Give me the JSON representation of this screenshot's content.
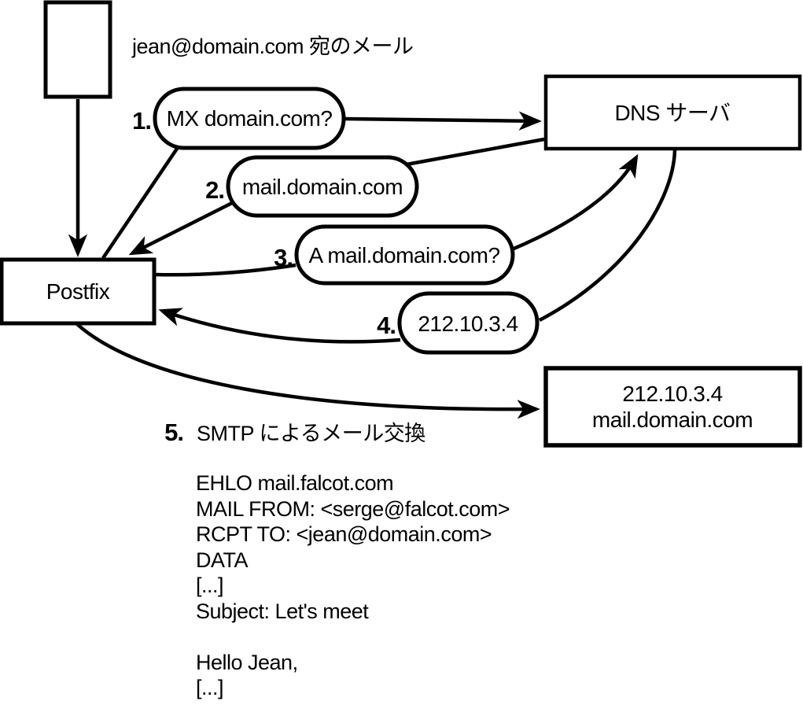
{
  "diagram": {
    "title_note": "jean@domain.com 宛のメール",
    "colors": {
      "line": "#000000",
      "background": "#ffffff"
    },
    "nodes": {
      "postfix": {
        "label": "Postfix"
      },
      "dns": {
        "label": "DNS サーバ"
      },
      "mailserver": {
        "line1": "212.10.3.4",
        "line2": "mail.domain.com"
      }
    },
    "steps": [
      {
        "num": "1.",
        "label": "MX domain.com?"
      },
      {
        "num": "2.",
        "label": "mail.domain.com"
      },
      {
        "num": "3.",
        "label": "A mail.domain.com?"
      },
      {
        "num": "4.",
        "label": "212.10.3.4"
      },
      {
        "num": "5.",
        "label": "SMTP によるメール交換"
      }
    ],
    "smtp_dialog": [
      "EHLO mail.falcot.com",
      "MAIL FROM: <serge@falcot.com>",
      "RCPT TO: <jean@domain.com>",
      "DATA",
      "[...]",
      "Subject: Let's meet",
      "",
      "Hello Jean,",
      "[...]",
      "",
      "."
    ]
  }
}
